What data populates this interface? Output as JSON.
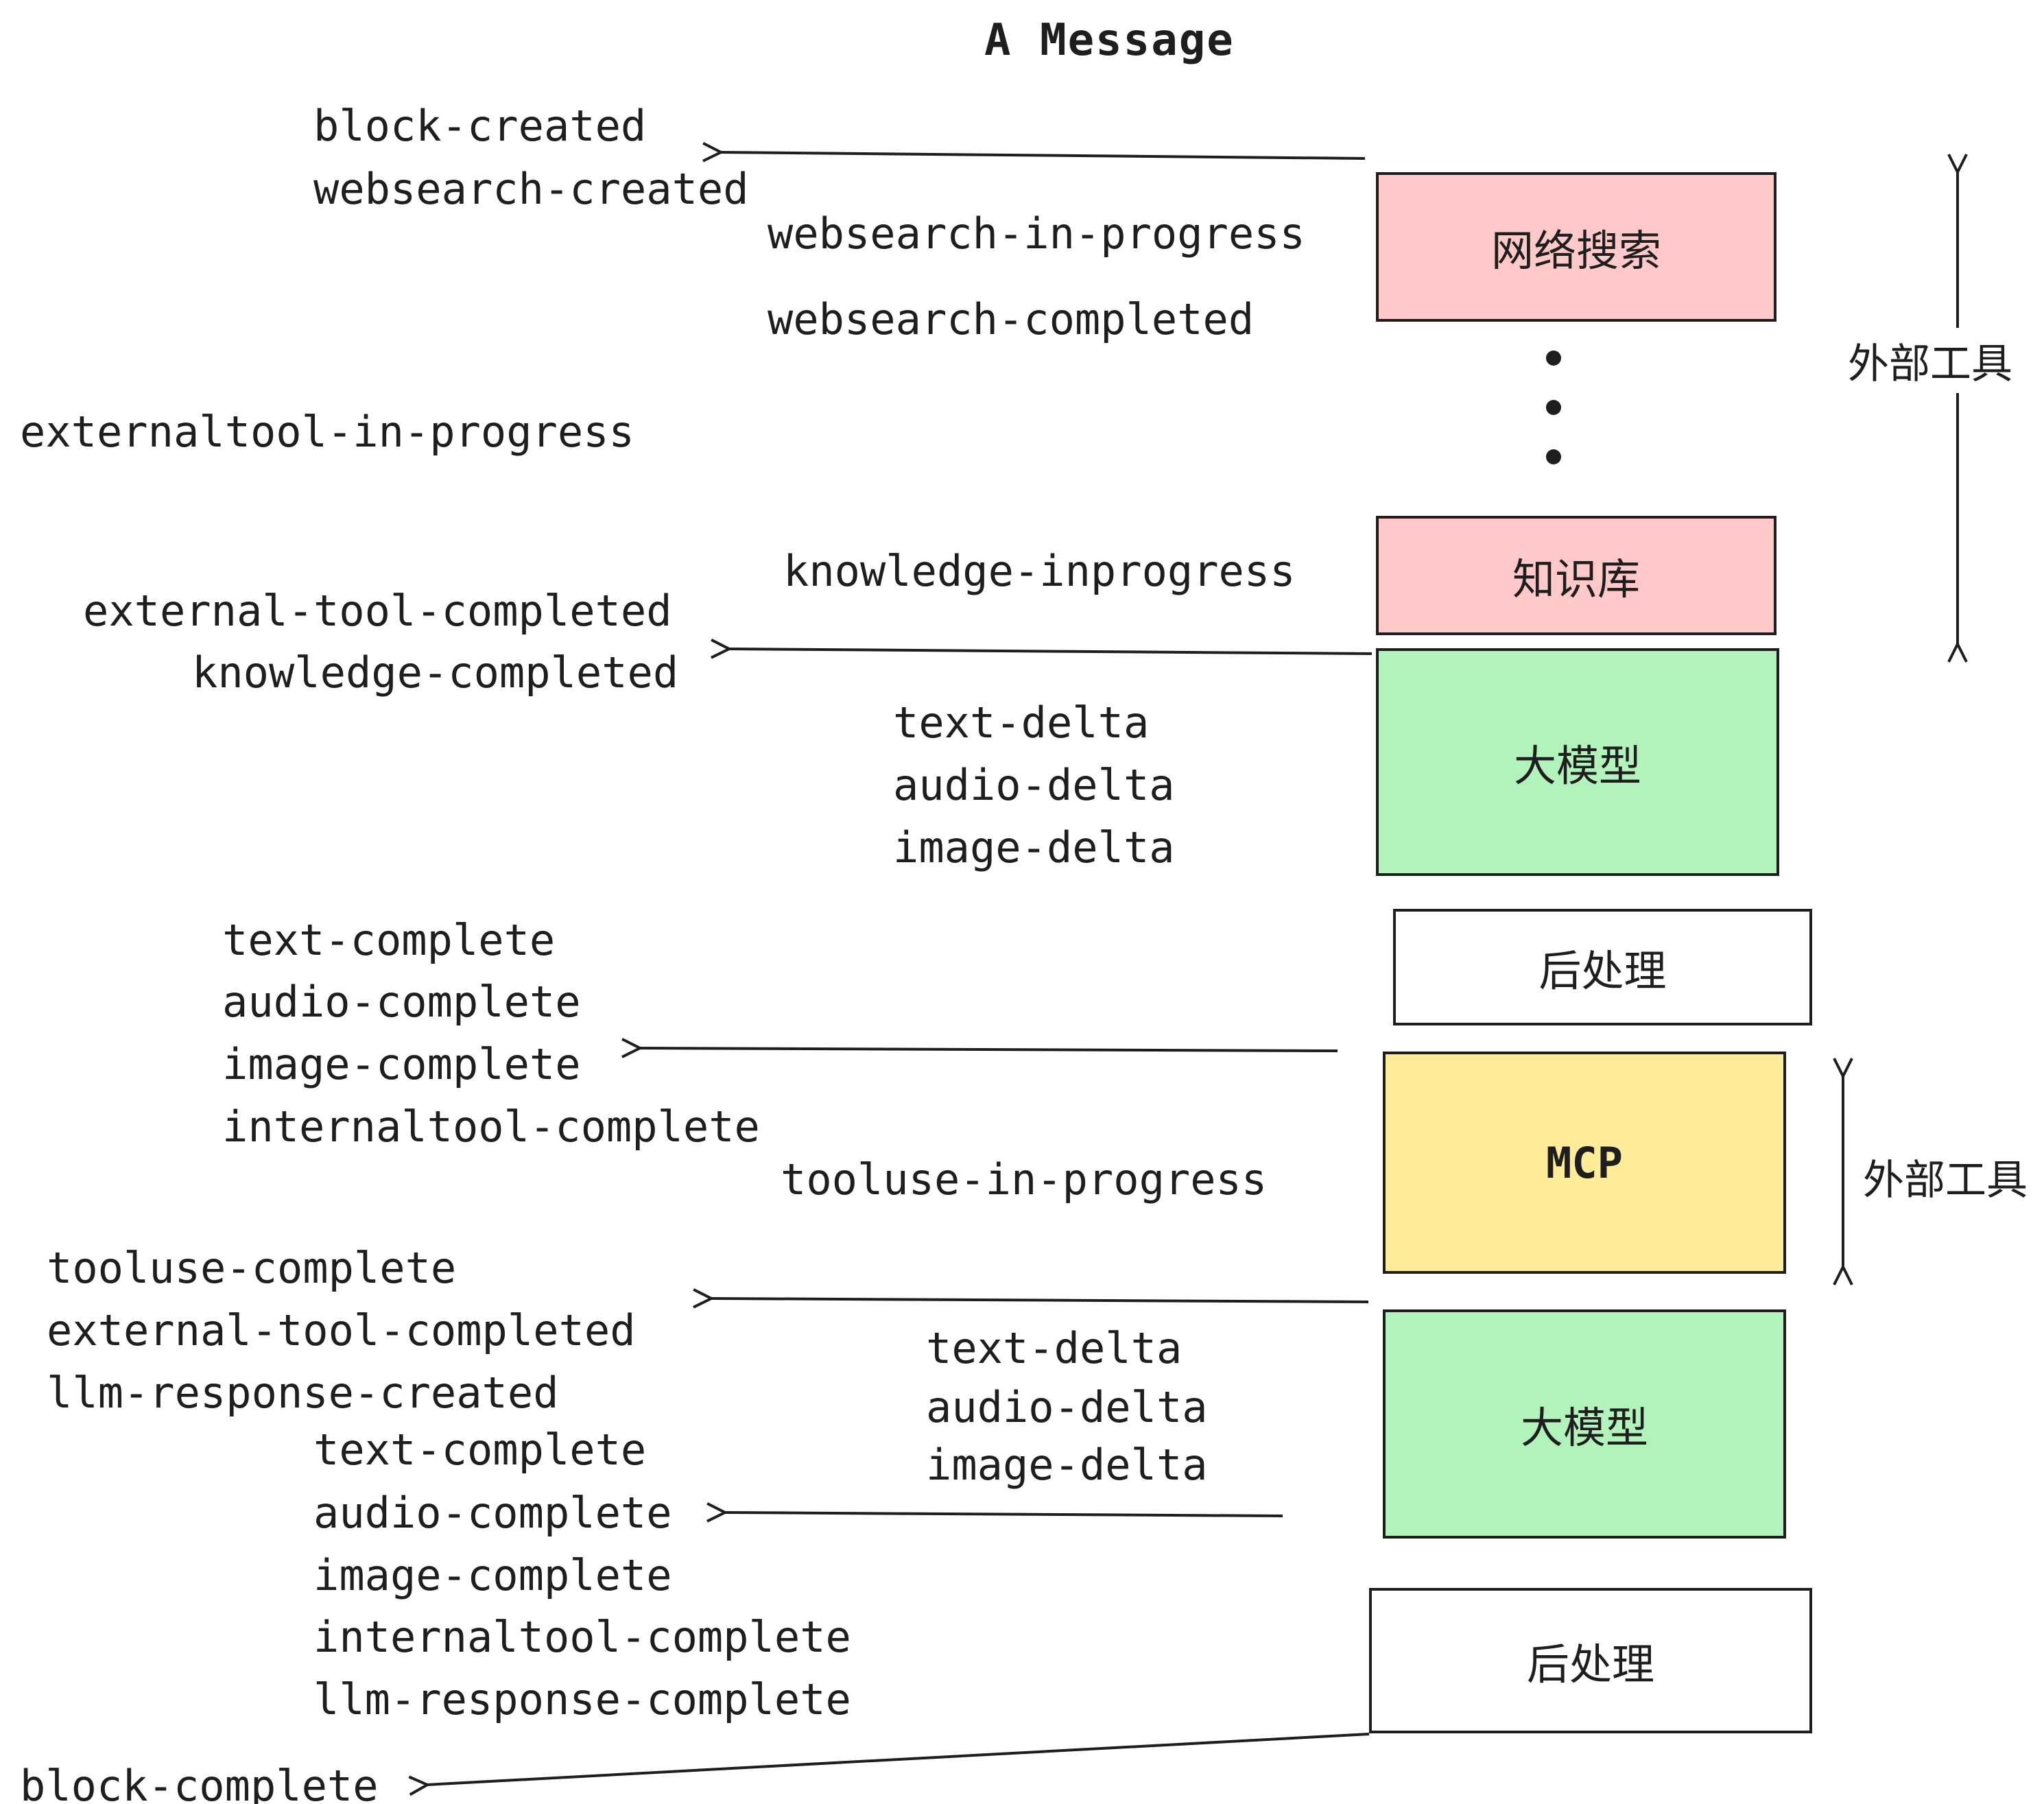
{
  "title": "A Message",
  "boxes": {
    "websearch": {
      "label": "网络搜索",
      "fill": "#ffc9c9"
    },
    "knowledge": {
      "label": "知识库",
      "fill": "#ffc9c9"
    },
    "llm_top": {
      "label": "大模型",
      "fill": "#b2f2bb"
    },
    "postprocess_top": {
      "label": "后处理",
      "fill": "#ffffff"
    },
    "mcp": {
      "label": "MCP",
      "fill": "#ffec99"
    },
    "llm_bottom": {
      "label": "大模型",
      "fill": "#b2f2bb"
    },
    "postprocess_bottom": {
      "label": "后处理",
      "fill": "#ffffff"
    }
  },
  "annotations": {
    "external_tools_top": "外部工具",
    "external_tools_bottom": "外部工具"
  },
  "events": {
    "block_created": "block-created",
    "websearch_created": "websearch-created",
    "websearch_in_progress": "websearch-in-progress",
    "websearch_completed": "websearch-completed",
    "externaltool_in_progress": "externaltool-in-progress",
    "knowledge_inprogress": "knowledge-inprogress",
    "external_tool_completed_1": "external-tool-completed",
    "knowledge_completed": "knowledge-completed",
    "text_delta_1": "text-delta",
    "audio_delta_1": "audio-delta",
    "image_delta_1": "image-delta",
    "text_complete_1": "text-complete",
    "audio_complete_1": "audio-complete",
    "image_complete_1": "image-complete",
    "internaltool_complete_1": "internaltool-complete",
    "tooluse_in_progress": "tooluse-in-progress",
    "tooluse_complete": "tooluse-complete",
    "external_tool_completed_2": "external-tool-completed",
    "llm_response_created": "llm-response-created",
    "text_delta_2": "text-delta",
    "audio_delta_2": "audio-delta",
    "image_delta_2": "image-delta",
    "text_complete_2": "text-complete",
    "audio_complete_2": "audio-complete",
    "image_complete_2": "image-complete",
    "internaltool_complete_2": "internaltool-complete",
    "llm_response_complete": "llm-response-complete",
    "block_complete": "block-complete"
  },
  "colors": {
    "line": "#1e1e1e",
    "pink": "#ffc9c9",
    "green": "#b2f2bb",
    "yellow": "#ffec99",
    "white": "#ffffff"
  }
}
